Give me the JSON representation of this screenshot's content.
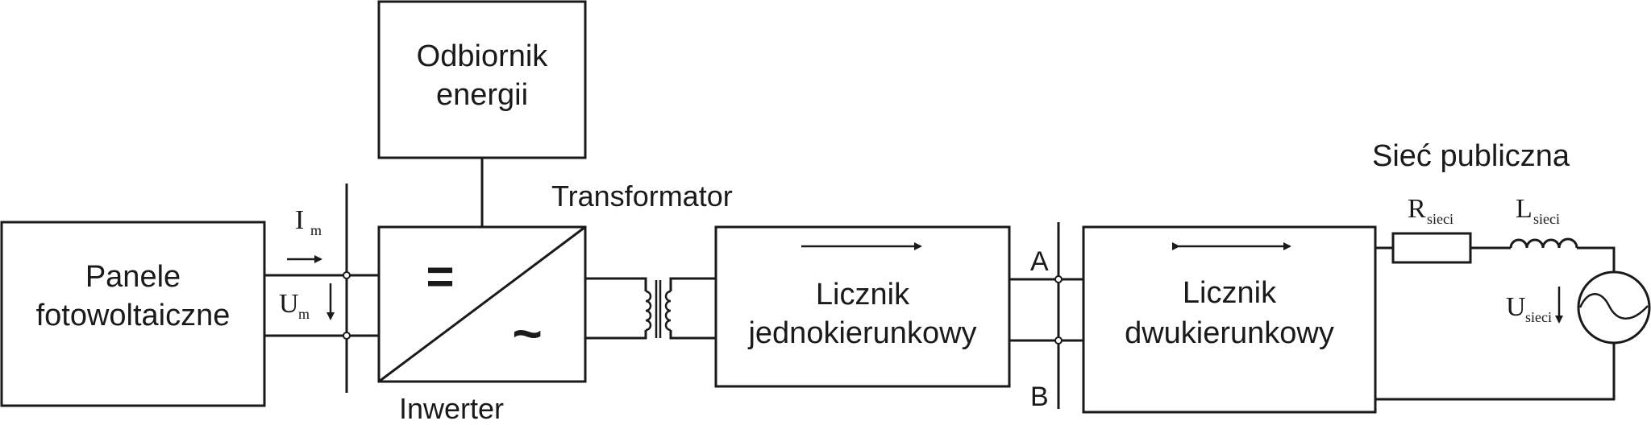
{
  "blocks": {
    "pv_panels": {
      "line1": "Panele",
      "line2": "fotowoltaiczne"
    },
    "energy_receiver": {
      "line1": "Odbiornik",
      "line2": "energii"
    },
    "inverter": {
      "label": "Inwerter",
      "dc_symbol": "=",
      "ac_symbol": "~"
    },
    "transformer": {
      "label": "Transformator"
    },
    "unidirectional_meter": {
      "line1": "Licznik",
      "line2": "jednokierunkowy"
    },
    "bidirectional_meter": {
      "line1": "Licznik",
      "line2": "dwukierunkowy"
    },
    "public_grid": {
      "label": "Sieć publiczna"
    }
  },
  "terminals": {
    "a": "A",
    "b": "B"
  },
  "quantities": {
    "current": {
      "symbol": "I",
      "sub": "m"
    },
    "voltage": {
      "symbol": "U",
      "sub": "m"
    },
    "grid_resistance": {
      "symbol": "R",
      "sub": "sieci"
    },
    "grid_inductance": {
      "symbol": "L",
      "sub": "sieci"
    },
    "grid_voltage": {
      "symbol": "U",
      "sub": "sieci"
    }
  },
  "icons": {
    "meter1_arrow": "arrow-right-icon",
    "meter2_arrow": "double-arrow-icon",
    "ac_source": "ac-source-icon"
  }
}
